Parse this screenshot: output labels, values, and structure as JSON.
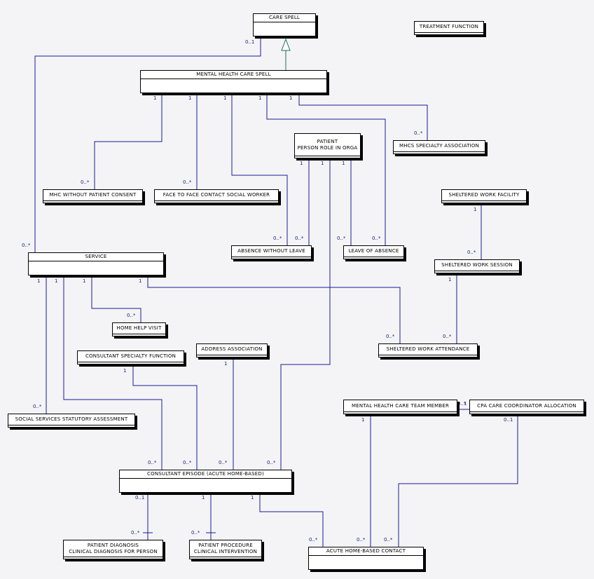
{
  "entities": {
    "care_spell": "CARE SPELL",
    "treatment_function": "TREATMENT FUNCTION",
    "mental_health_care_spell": "MENTAL HEALTH CARE SPELL",
    "patient_l1": "PATIENT",
    "patient_l2": "PERSON ROLE IN ORGA",
    "mhcs_specialty_association": "MHCS SPECIALTY ASSOCIATION",
    "mhc_without_patient_consent": "MHC WITHOUT PATIENT CONSENT",
    "face_to_face_contact_social_worker": "FACE TO FACE CONTACT SOCIAL WORKER",
    "sheltered_work_facility": "SHELTERED WORK FACILITY",
    "absence_without_leave": "ABSENCE WITHOUT LEAVE",
    "leave_of_absence": "LEAVE OF ABSENCE",
    "sheltered_work_session": "SHELTERED WORK SESSION",
    "service": "SERVICE",
    "home_help_visit": "HOME HELP VISIT",
    "consultant_specialty_function": "CONSULTANT SPECIALTY FUNCTION",
    "address_association": "ADDRESS ASSOCIATION",
    "sheltered_work_attendance": "SHELTERED WORK ATTENDANCE",
    "mental_health_care_team_member": "MENTAL HEALTH CARE TEAM MEMBER",
    "cpa_care_coordinator_allocation": "CPA CARE COORDINATOR ALLOCATION",
    "social_services_statutory_assessment": "SOCIAL SERVICES STATUTORY ASSESSMENT",
    "consultant_episode_acute_home_based": "CONSULTANT EPISODE (ACUTE HOME-BASED)",
    "patient_diagnosis_l1": "PATIENT DIAGNOSIS",
    "patient_diagnosis_l2": "CLINICAL DIAGNOSIS FOR PERSON",
    "patient_procedure_l1": "PATIENT PROCEDURE",
    "patient_procedure_l2": "CLINICAL INTERVENTION",
    "acute_home_based_contact": "ACUTE HOME-BASED CONTACT"
  },
  "labels": {
    "one": "1",
    "zero_one": "0..1",
    "zero_many": "0..*"
  },
  "colors": {
    "background": "#f4f4f6",
    "relationship_line": "#1a1a9a",
    "generalization_line": "#1f6f5a",
    "multiplicity_text": "#1a1a7a"
  }
}
